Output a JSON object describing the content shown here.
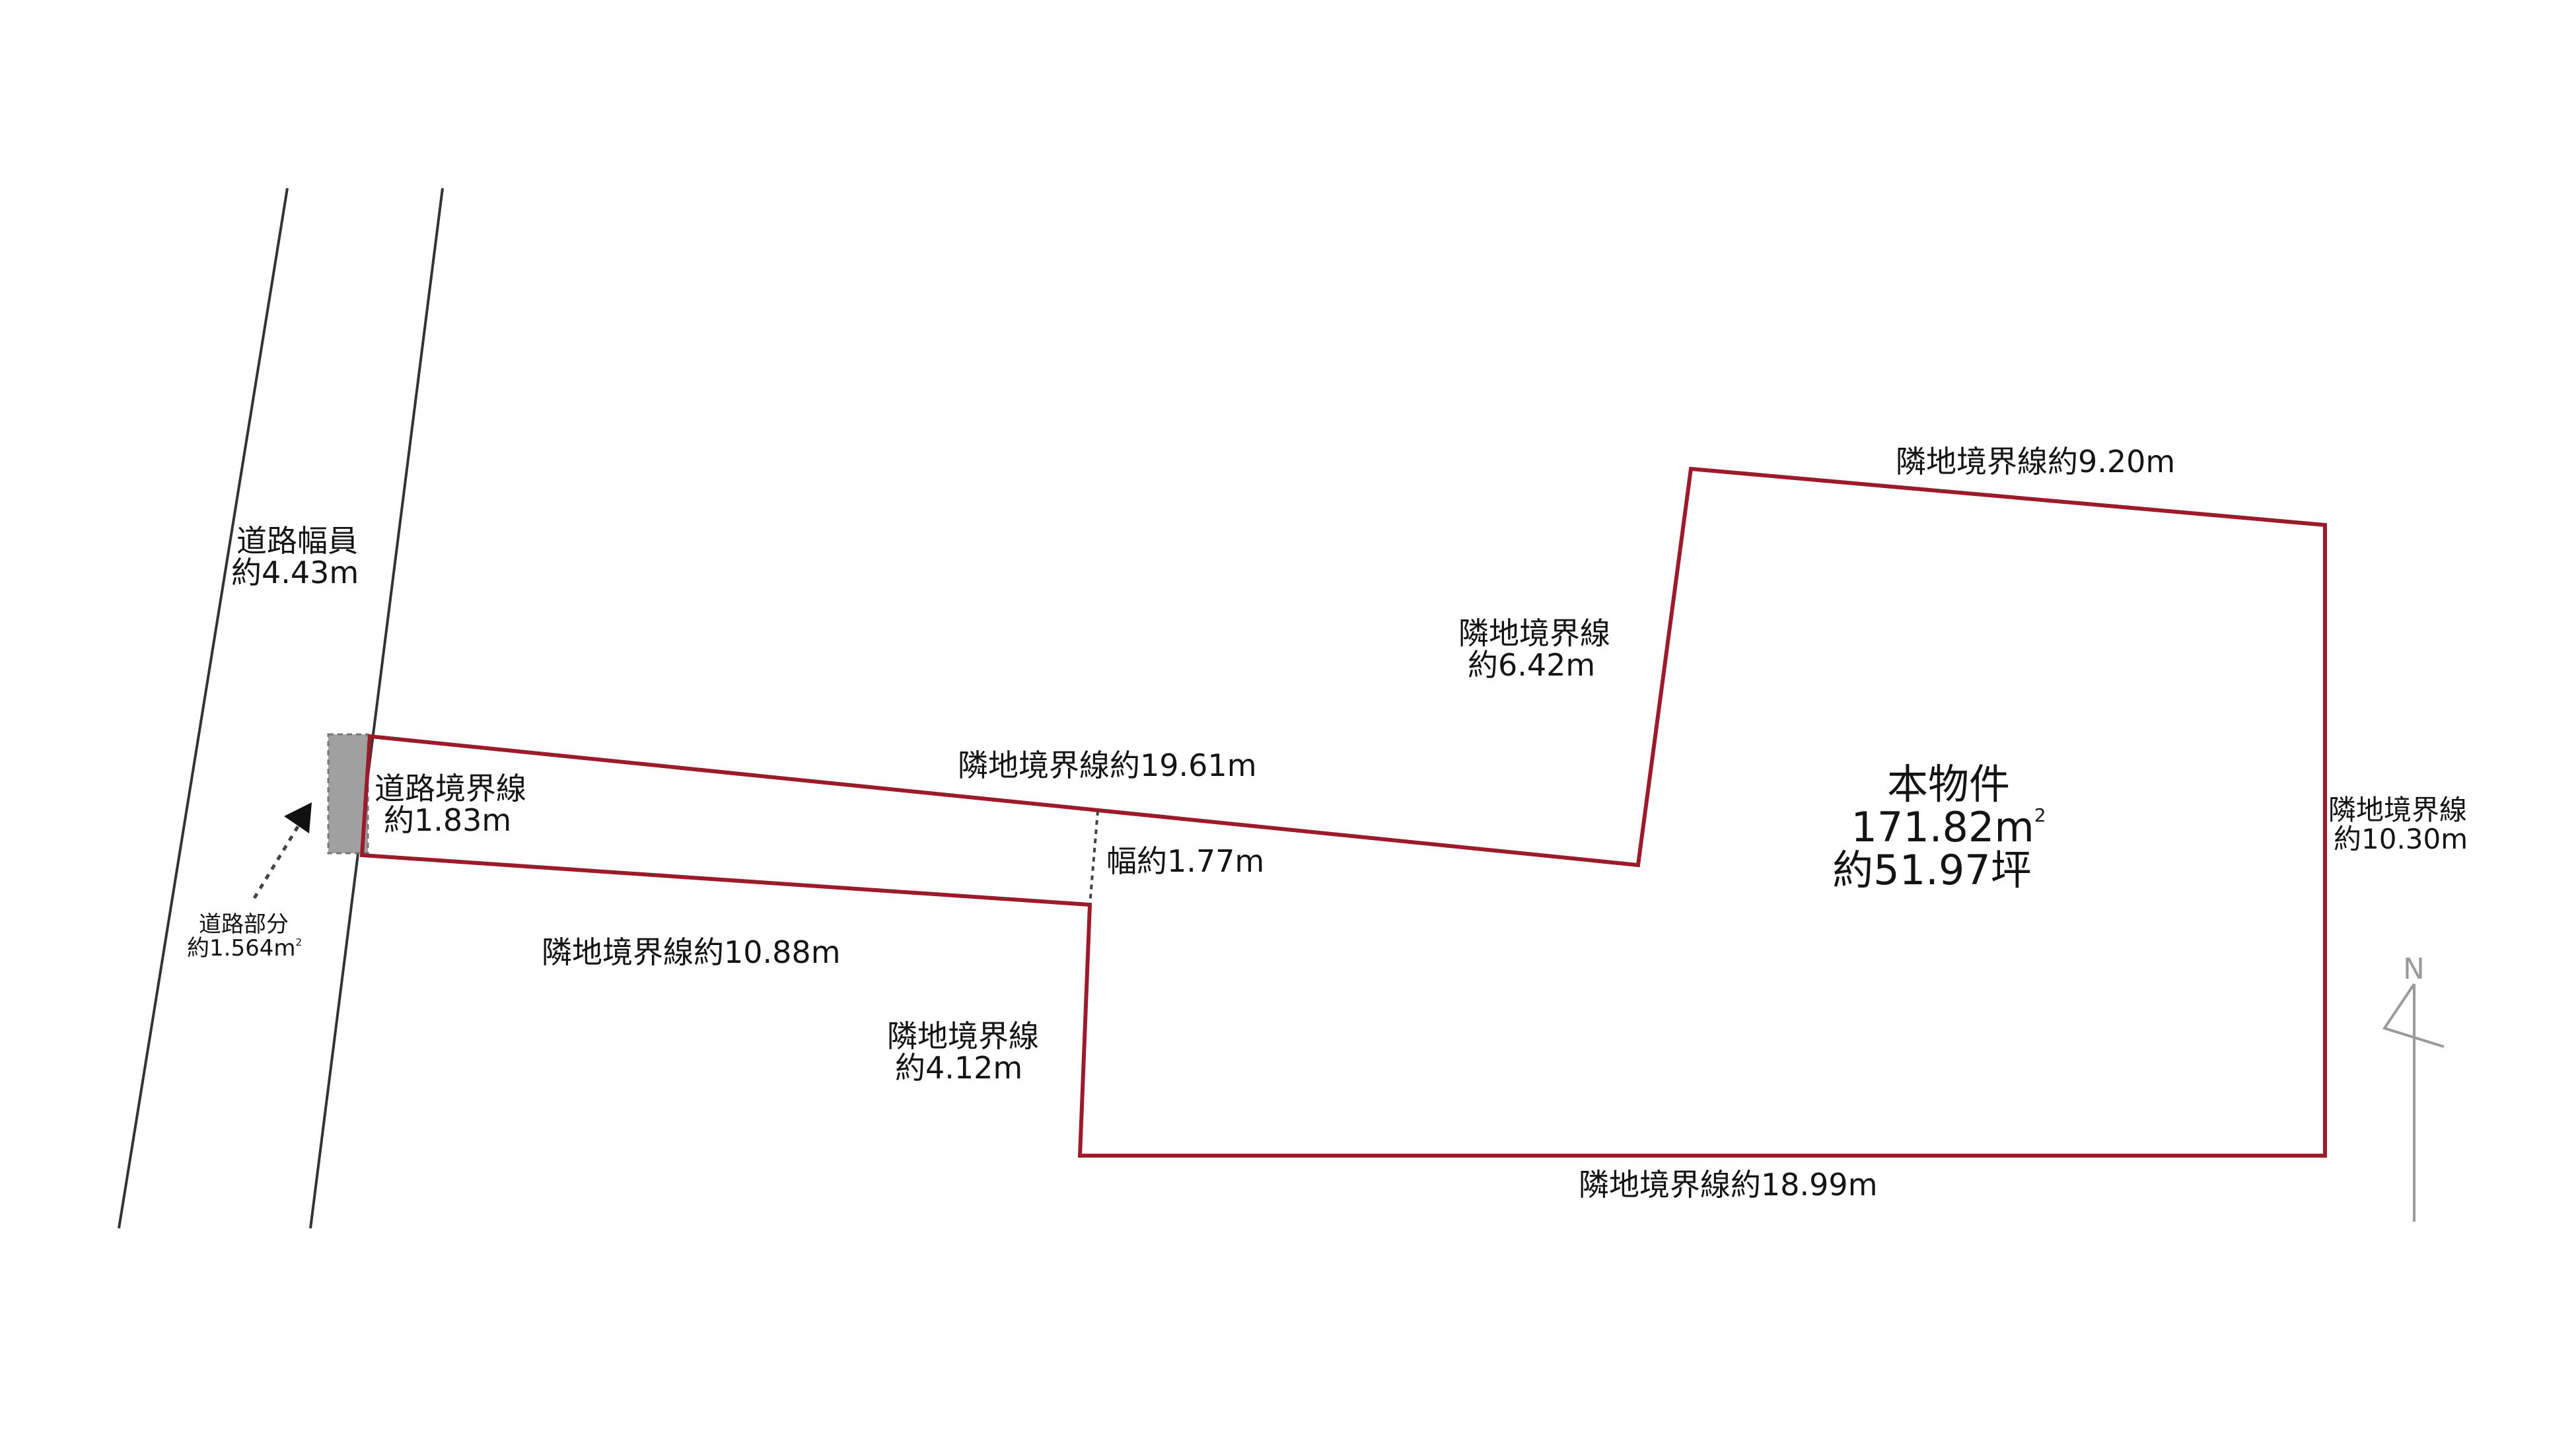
{
  "road": {
    "width_label": "道路幅員",
    "width_value": "約4.43m",
    "boundary_label": "道路境界線",
    "boundary_value": "約1.83m",
    "portion_label": "道路部分",
    "portion_value": "約1.564",
    "portion_unit": "m²"
  },
  "property": {
    "title": "本物件",
    "area_sqm": "171.82",
    "area_unit": "m",
    "area_sup": "2",
    "area_tsubo": "約51.97坪"
  },
  "boundaries": [
    {
      "id": "top-flag",
      "label": "隣地境界線",
      "value": "約19.61m"
    },
    {
      "id": "flag-bottom",
      "label": "隣地境界線",
      "value": "約10.88m"
    },
    {
      "id": "inner-left",
      "label": "隣地境界線",
      "value": "約6.42m"
    },
    {
      "id": "top",
      "label": "隣地境界線",
      "value": "約9.20m"
    },
    {
      "id": "right",
      "label": "隣地境界線",
      "value": "約10.30m"
    },
    {
      "id": "bottom",
      "label": "隣地境界線",
      "value": "約18.99m"
    },
    {
      "id": "lower-left",
      "label": "隣地境界線",
      "value": "約4.12m"
    }
  ],
  "passage_width": "幅約1.77m",
  "compass": {
    "label": "N"
  },
  "colors": {
    "boundary_line": "#9b1b2a",
    "road_line": "#333333",
    "road_portion_fill": "#a0a0a0",
    "compass": "#9a9a9a"
  }
}
